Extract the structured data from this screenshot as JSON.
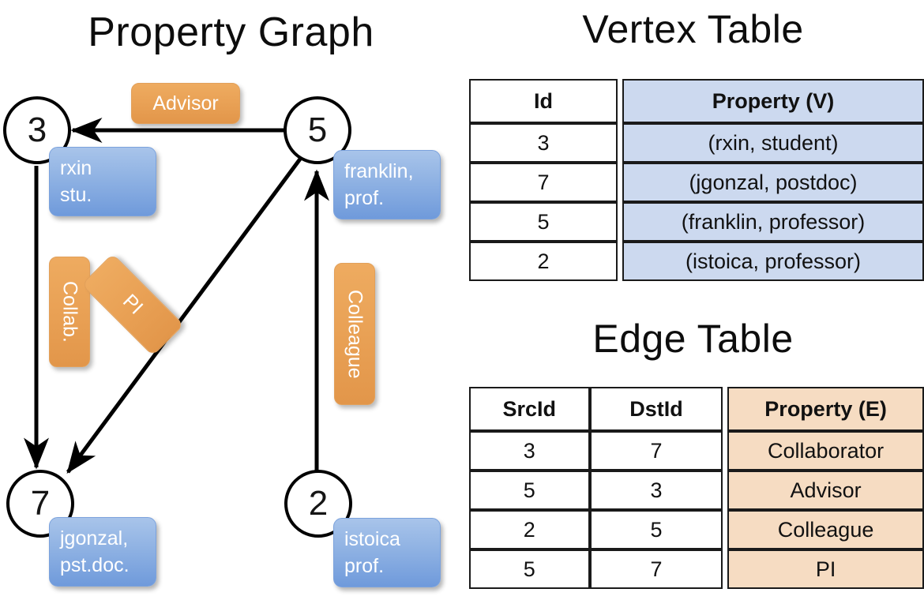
{
  "titles": {
    "property_graph": "Property Graph",
    "vertex_table": "Vertex Table",
    "edge_table": "Edge Table"
  },
  "colors": {
    "vertex_property_fill": "#ccd9ef",
    "edge_property_fill": "#f6dcc2",
    "node_box_blue": "#8fb2e3",
    "edge_label_orange": "#e9a155",
    "stroke": "#000000"
  },
  "graph": {
    "vertices": [
      {
        "id": "3",
        "prop_line1": "rxin",
        "prop_line2": "stu."
      },
      {
        "id": "5",
        "prop_line1": "franklin,",
        "prop_line2": "prof."
      },
      {
        "id": "7",
        "prop_line1": "jgonzal,",
        "prop_line2": "pst.doc."
      },
      {
        "id": "2",
        "prop_line1": "istoica",
        "prop_line2": "prof."
      }
    ],
    "edge_labels": [
      {
        "text": "Advisor",
        "from": "5",
        "to": "3"
      },
      {
        "text": "Collab.",
        "from": "3",
        "to": "7"
      },
      {
        "text": "PI",
        "from": "5",
        "to": "7"
      },
      {
        "text": "Colleague",
        "from": "2",
        "to": "5"
      }
    ]
  },
  "vertex_table": {
    "headers": [
      "Id",
      "Property (V)"
    ],
    "rows": [
      {
        "id": "3",
        "property": "(rxin, student)"
      },
      {
        "id": "7",
        "property": "(jgonzal, postdoc)"
      },
      {
        "id": "5",
        "property": "(franklin, professor)"
      },
      {
        "id": "2",
        "property": "(istoica, professor)"
      }
    ]
  },
  "edge_table": {
    "headers": [
      "SrcId",
      "DstId",
      "Property (E)"
    ],
    "rows": [
      {
        "src": "3",
        "dst": "7",
        "property": "Collaborator"
      },
      {
        "src": "5",
        "dst": "3",
        "property": "Advisor"
      },
      {
        "src": "2",
        "dst": "5",
        "property": "Colleague"
      },
      {
        "src": "5",
        "dst": "7",
        "property": "PI"
      }
    ]
  }
}
